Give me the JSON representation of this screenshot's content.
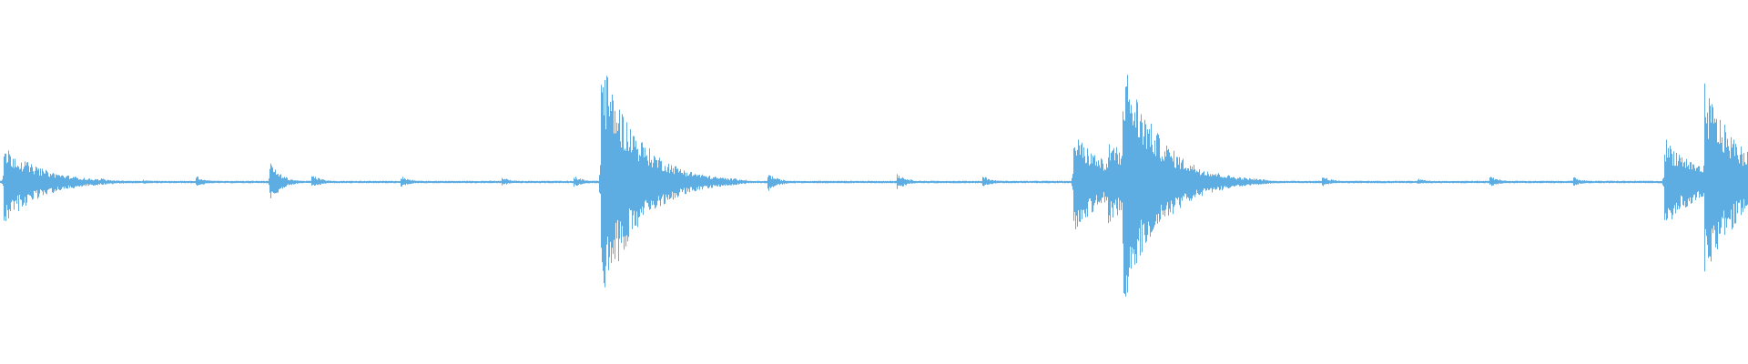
{
  "waveform": {
    "color": "#5dade2",
    "background": "#ffffff",
    "events": [
      {
        "t": 0.002,
        "amp_up": 0.3,
        "amp_down": 0.34
      },
      {
        "t": 0.058,
        "amp_up": 0.03,
        "amp_down": 0.02
      },
      {
        "t": 0.082,
        "amp_up": 0.02,
        "amp_down": 0.02
      },
      {
        "t": 0.112,
        "amp_up": 0.05,
        "amp_down": 0.04
      },
      {
        "t": 0.154,
        "amp_up": 0.17,
        "amp_down": 0.18
      },
      {
        "t": 0.178,
        "amp_up": 0.06,
        "amp_down": 0.05
      },
      {
        "t": 0.229,
        "amp_up": 0.05,
        "amp_down": 0.04
      },
      {
        "t": 0.287,
        "amp_up": 0.04,
        "amp_down": 0.03
      },
      {
        "t": 0.328,
        "amp_up": 0.05,
        "amp_down": 0.04
      },
      {
        "t": 0.344,
        "amp_up": 1.0,
        "amp_down": 1.0
      },
      {
        "t": 0.42,
        "amp_up": 0.03,
        "amp_down": 0.02
      },
      {
        "t": 0.439,
        "amp_up": 0.07,
        "amp_down": 0.08
      },
      {
        "t": 0.513,
        "amp_up": 0.07,
        "amp_down": 0.06
      },
      {
        "t": 0.562,
        "amp_up": 0.05,
        "amp_down": 0.04
      },
      {
        "t": 0.614,
        "amp_up": 0.4,
        "amp_down": 0.4
      },
      {
        "t": 0.634,
        "amp_up": 0.36,
        "amp_down": 0.36
      },
      {
        "t": 0.642,
        "amp_up": 1.0,
        "amp_down": 1.0
      },
      {
        "t": 0.655,
        "amp_up": 0.33,
        "amp_down": 0.4
      },
      {
        "t": 0.694,
        "amp_up": 0.04,
        "amp_down": 0.03
      },
      {
        "t": 0.756,
        "amp_up": 0.05,
        "amp_down": 0.04
      },
      {
        "t": 0.811,
        "amp_up": 0.03,
        "amp_down": 0.02
      },
      {
        "t": 0.852,
        "amp_up": 0.05,
        "amp_down": 0.04
      },
      {
        "t": 0.9,
        "amp_up": 0.04,
        "amp_down": 0.03
      },
      {
        "t": 0.952,
        "amp_up": 0.36,
        "amp_down": 0.36
      },
      {
        "t": 0.975,
        "amp_up": 0.78,
        "amp_down": 0.8
      },
      {
        "t": 0.99,
        "amp_up": 0.04,
        "amp_down": 0.03
      }
    ]
  }
}
